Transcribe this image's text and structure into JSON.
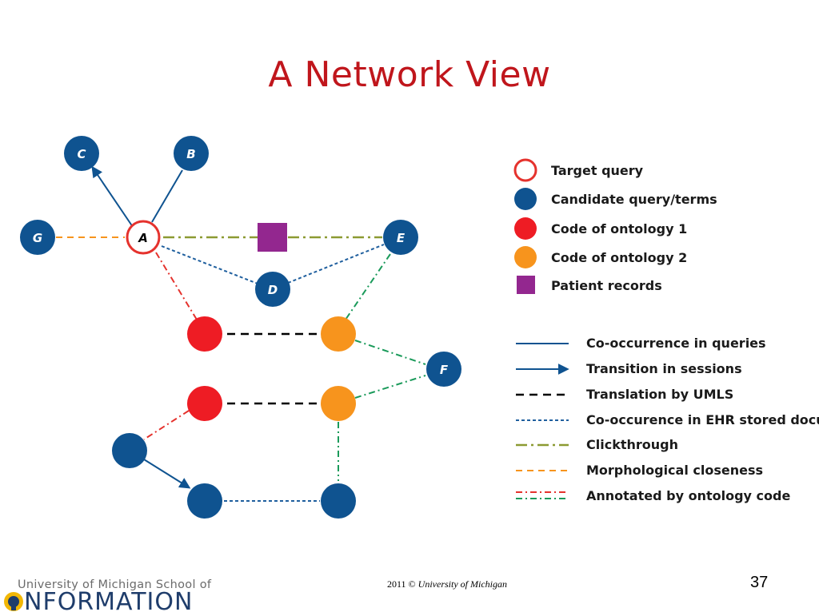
{
  "slide": {
    "title": "A Network View",
    "copyright_prefix": "2011 ©",
    "copyright_org": "University of Michigan",
    "page_number": "37"
  },
  "logo": {
    "line1": "University of Michigan School of",
    "line2": "NFORMATION"
  },
  "colors": {
    "title": "#c0161c",
    "candidate": "#0f5390",
    "target_stroke": "#e5322d",
    "ontology1": "#ee1c24",
    "ontology2": "#f7941d",
    "patient_records": "#93278f",
    "clickthrough": "#8c9a32",
    "morphological": "#f7941d",
    "ehr_cooccurrence": "#1f5f9e",
    "annotated_red": "#e5322d",
    "annotated_green": "#1a9a5a"
  },
  "nodes": {
    "C": "C",
    "B": "B",
    "G": "G",
    "A": "A",
    "E": "E",
    "D": "D",
    "F": "F"
  },
  "legend": {
    "node_types": [
      {
        "key": "target",
        "label": "Target query"
      },
      {
        "key": "candidate",
        "label": "Candidate query/terms"
      },
      {
        "key": "ontology1",
        "label": "Code of ontology 1"
      },
      {
        "key": "ontology2",
        "label": "Code of ontology 2"
      },
      {
        "key": "patient",
        "label": "Patient records"
      }
    ],
    "edge_types": [
      {
        "key": "cooccurrence",
        "label": "Co-occurrence in queries"
      },
      {
        "key": "transition",
        "label": "Transition in sessions"
      },
      {
        "key": "umls",
        "label": "Translation by UMLS"
      },
      {
        "key": "ehr",
        "label": "Co-occurence in EHR stored documents"
      },
      {
        "key": "clickthrough",
        "label": "Clickthrough"
      },
      {
        "key": "morphological",
        "label": "Morphological closeness"
      },
      {
        "key": "annotated",
        "label": "Annotated by ontology code"
      }
    ]
  }
}
